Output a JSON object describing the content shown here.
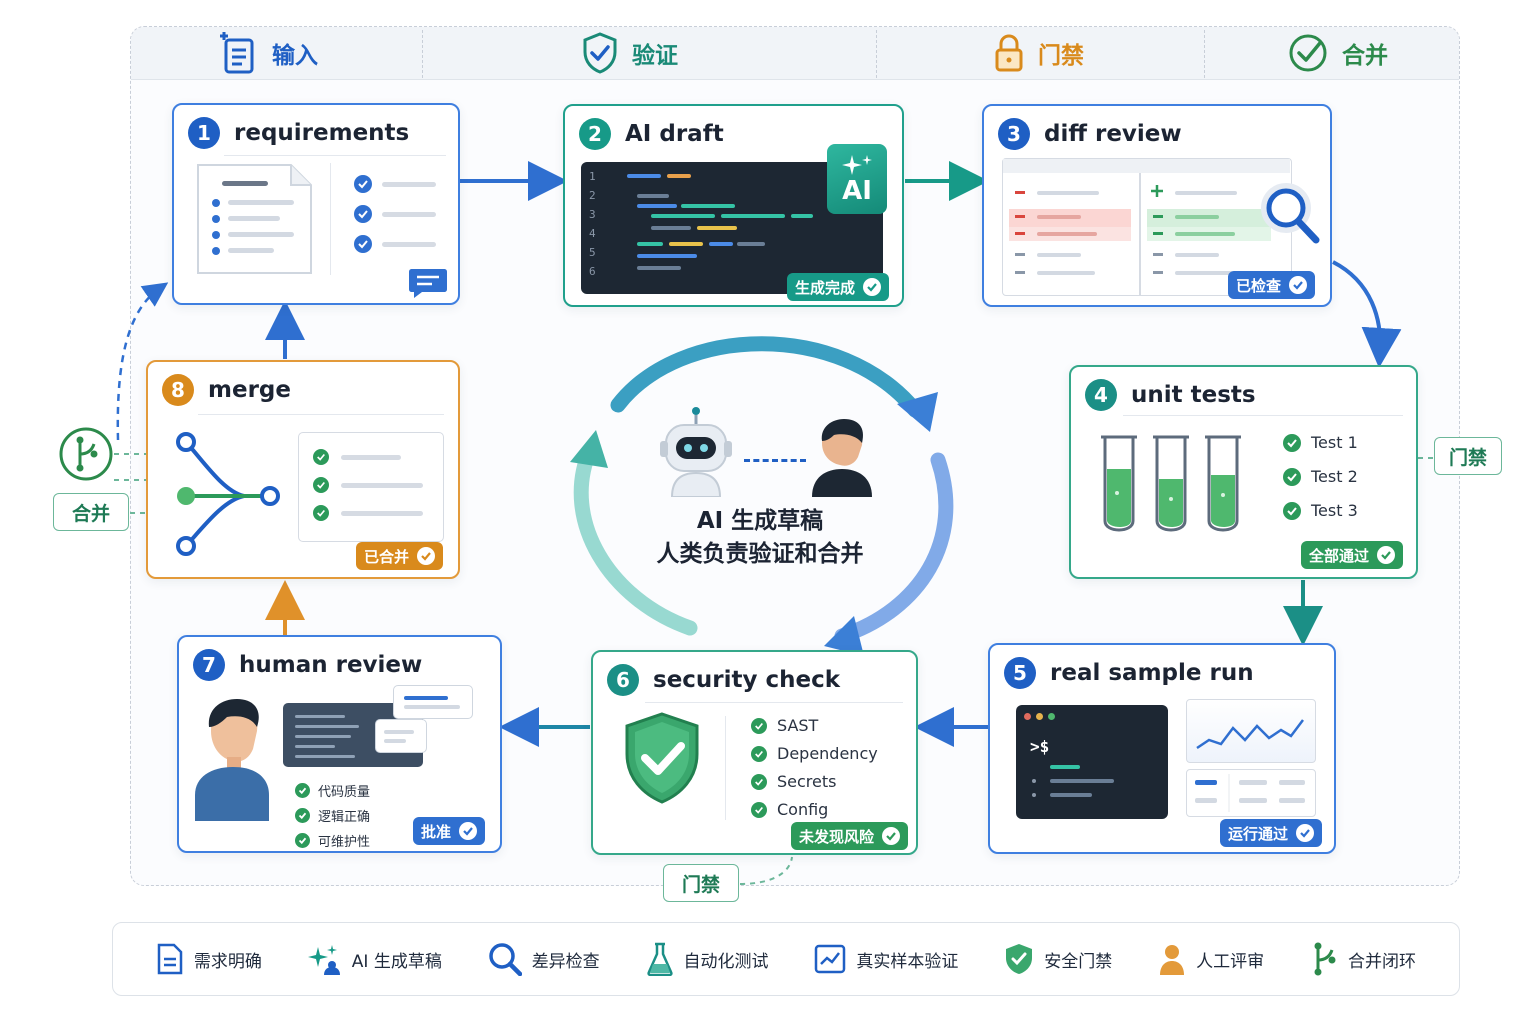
{
  "phases": [
    {
      "label": "输入",
      "icon": "input-list-icon",
      "color": "#1f5fc4"
    },
    {
      "label": "验证",
      "icon": "shield-check-icon",
      "color": "#1a8a77"
    },
    {
      "label": "门禁",
      "icon": "lock-icon",
      "color": "#d98a1c"
    },
    {
      "label": "合并",
      "icon": "check-circle-icon",
      "color": "#2c8a4b"
    }
  ],
  "steps": [
    {
      "num": "1",
      "title": "requirements"
    },
    {
      "num": "2",
      "title": "AI draft",
      "badge": "生成完成",
      "ai_label": "AI"
    },
    {
      "num": "3",
      "title": "diff review",
      "badge": "已检查"
    },
    {
      "num": "4",
      "title": "unit tests",
      "tests": [
        "Test 1",
        "Test 2",
        "Test 3"
      ],
      "badge": "全部通过"
    },
    {
      "num": "5",
      "title": "real sample run",
      "prompt": ">$",
      "badge": "运行通过"
    },
    {
      "num": "6",
      "title": "security check",
      "checks": [
        "SAST",
        "Dependency",
        "Secrets",
        "Config"
      ],
      "badge": "未发现风险"
    },
    {
      "num": "7",
      "title": "human review",
      "checks": [
        "代码质量",
        "逻辑正确",
        "可维护性"
      ],
      "badge": "批准"
    },
    {
      "num": "8",
      "title": "merge",
      "badge": "已合并"
    }
  ],
  "center": {
    "line1": "AI 生成草稿",
    "line2": "人类负责验证和合并"
  },
  "gate_tags": {
    "right": "门禁",
    "bottom": "门禁",
    "left": "合并"
  },
  "code_line_numbers": [
    "1",
    "2",
    "3",
    "4",
    "5",
    "6"
  ],
  "legend": [
    {
      "label": "需求明确",
      "icon": "document-icon"
    },
    {
      "label": "AI 生成草稿",
      "icon": "sparkle-ai-icon"
    },
    {
      "label": "差异检查",
      "icon": "magnifier-icon"
    },
    {
      "label": "自动化测试",
      "icon": "flask-icon"
    },
    {
      "label": "真实样本验证",
      "icon": "line-chart-icon"
    },
    {
      "label": "安全门禁",
      "icon": "shield-check-icon"
    },
    {
      "label": "人工评审",
      "icon": "person-icon"
    },
    {
      "label": "合并闭环",
      "icon": "merge-branch-icon"
    }
  ],
  "colors": {
    "blue": "#1f5fc4",
    "teal": "#179a88",
    "green": "#2c9a5a",
    "orange": "#d98a1c",
    "dark": "#1d2733"
  }
}
